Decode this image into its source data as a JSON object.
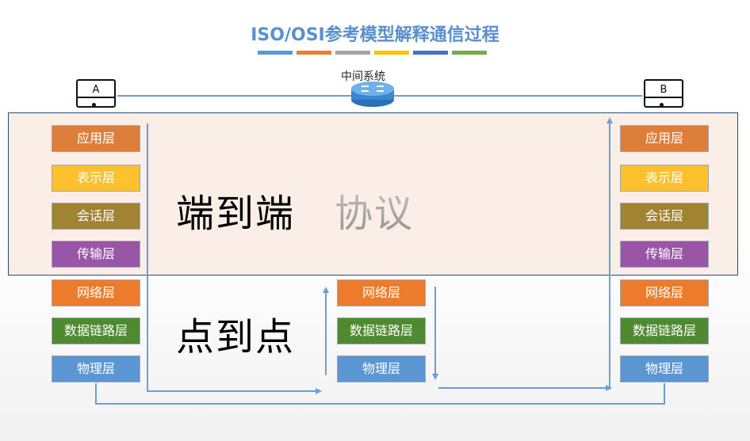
{
  "title": "ISO/OSI参考模型解释通信过程",
  "title_bar_colors": [
    "#5b9bd5",
    "#ed7d31",
    "#a5a5a5",
    "#ffc000",
    "#4472c4",
    "#70ad47"
  ],
  "host_a": {
    "label": "A"
  },
  "host_b": {
    "label": "B"
  },
  "middle_system": {
    "label": "中间系统",
    "icon": "router-icon"
  },
  "end_to_end": {
    "text": "端到端",
    "protocol": "协议"
  },
  "point_to_point": {
    "text": "点到点"
  },
  "left_stack": [
    {
      "label": "应用层",
      "color": "#dd7f3b"
    },
    {
      "label": "表示层",
      "color": "#fdc12d"
    },
    {
      "label": "会话层",
      "color": "#a08431"
    },
    {
      "label": "传输层",
      "color": "#9a56a6"
    },
    {
      "label": "网络层",
      "color": "#ec7b2b"
    },
    {
      "label": "数据链路层",
      "color": "#4f8a31"
    },
    {
      "label": "物理层",
      "color": "#5b96d3"
    }
  ],
  "middle_stack": [
    {
      "label": "网络层",
      "color": "#ec7b2b"
    },
    {
      "label": "数据链路层",
      "color": "#4f8a31"
    },
    {
      "label": "物理层",
      "color": "#5b96d3"
    }
  ],
  "right_stack": [
    {
      "label": "应用层",
      "color": "#dd7f3b"
    },
    {
      "label": "表示层",
      "color": "#fdc12d"
    },
    {
      "label": "会话层",
      "color": "#a08431"
    },
    {
      "label": "传输层",
      "color": "#9a56a6"
    },
    {
      "label": "网络层",
      "color": "#ec7b2b"
    },
    {
      "label": "数据链路层",
      "color": "#4f8a31"
    },
    {
      "label": "物理层",
      "color": "#5b96d3"
    }
  ],
  "line_color": "#6a9fd8"
}
